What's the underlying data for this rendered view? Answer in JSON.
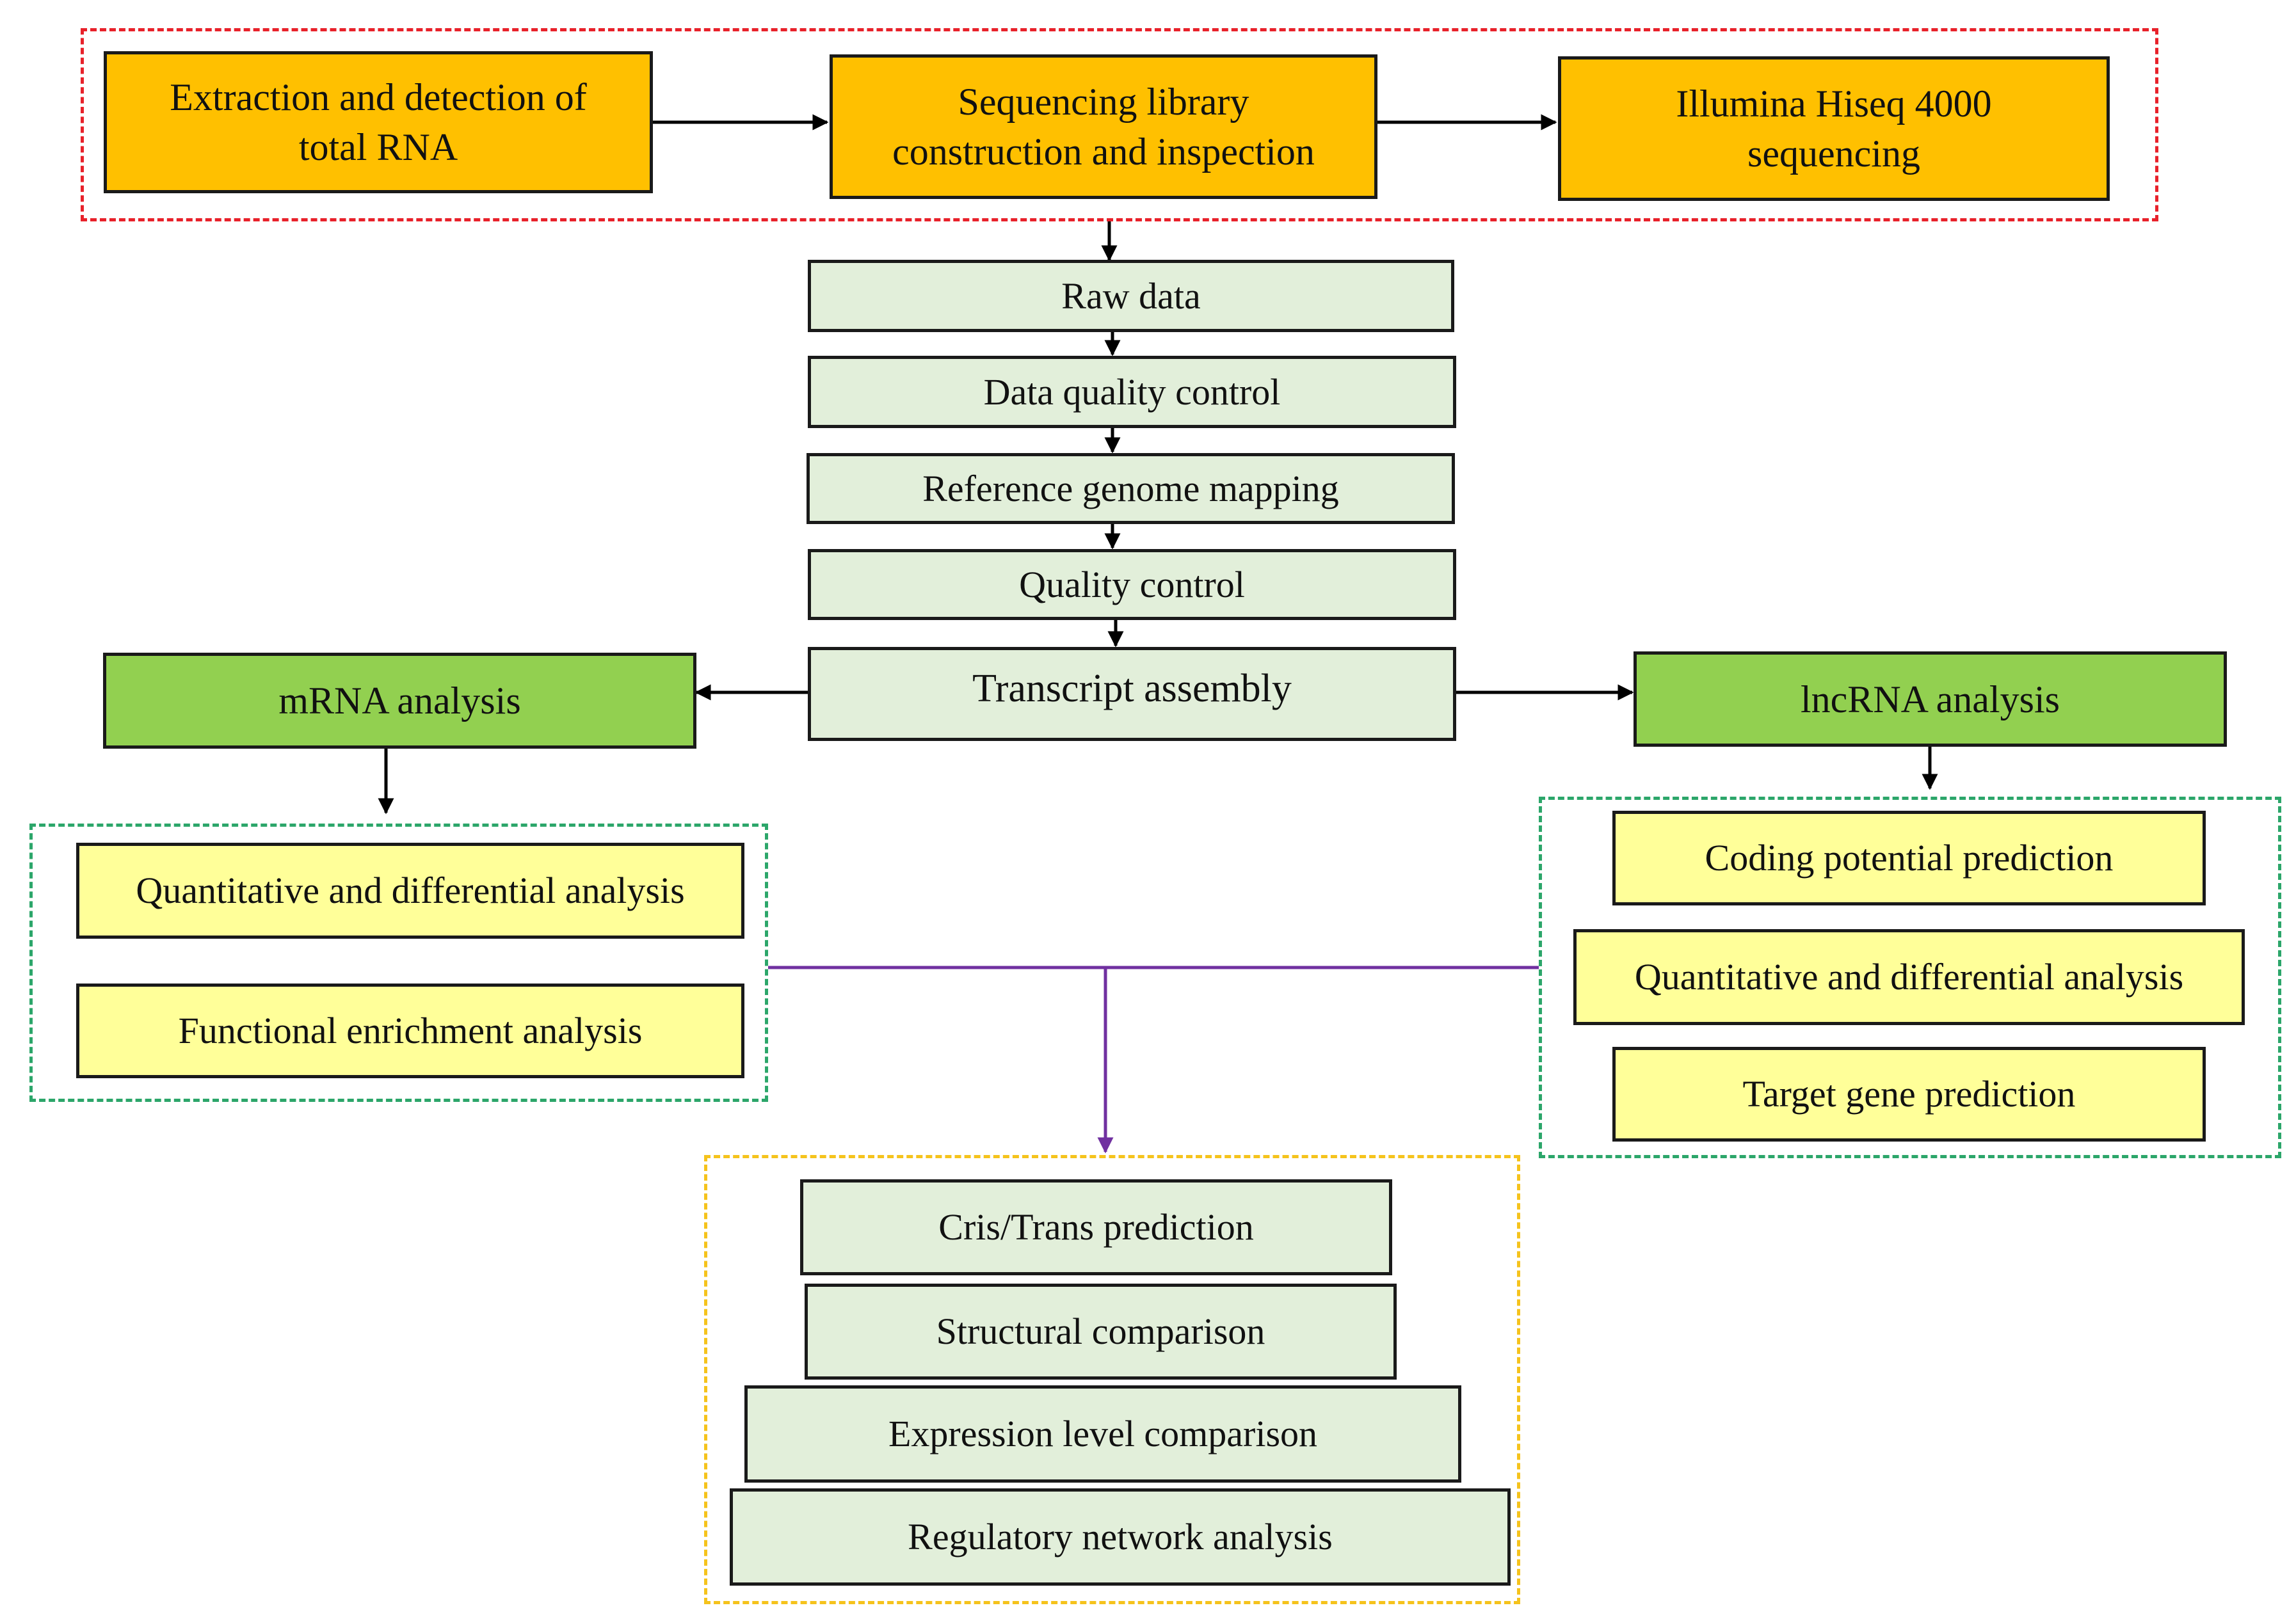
{
  "colors": {
    "sequencing_fill": "#ffc000",
    "pipeline_fill": "#e2efda",
    "analysis_fill": "#92d050",
    "task_fill": "#ffff99",
    "sequencing_group_border": "#e8212a",
    "analysis_group_border": "#2ca66a",
    "integration_group_border": "#f5c31c",
    "merge_line": "#7030a0",
    "arrow": "#000000"
  },
  "sequencing": {
    "extraction": "Extraction and detection of\ntotal RNA",
    "library": "Sequencing library\nconstruction and inspection",
    "platform": "Illumina Hiseq 4000\nsequencing"
  },
  "pipeline": {
    "raw_data": "Raw data",
    "data_qc": "Data quality control",
    "mapping": "Reference genome mapping",
    "qc": "Quality control",
    "assembly": "Transcript assembly"
  },
  "mrna": {
    "title": "mRNA analysis",
    "tasks": [
      "Quantitative and differential analysis",
      "Functional enrichment analysis"
    ]
  },
  "lncrna": {
    "title": "lncRNA analysis",
    "tasks": [
      "Coding potential prediction",
      "Quantitative and differential analysis",
      "Target gene prediction"
    ]
  },
  "integration": {
    "tasks": [
      "Cris/Trans prediction",
      "Structural comparison",
      "Expression level comparison",
      "Regulatory network analysis"
    ]
  }
}
